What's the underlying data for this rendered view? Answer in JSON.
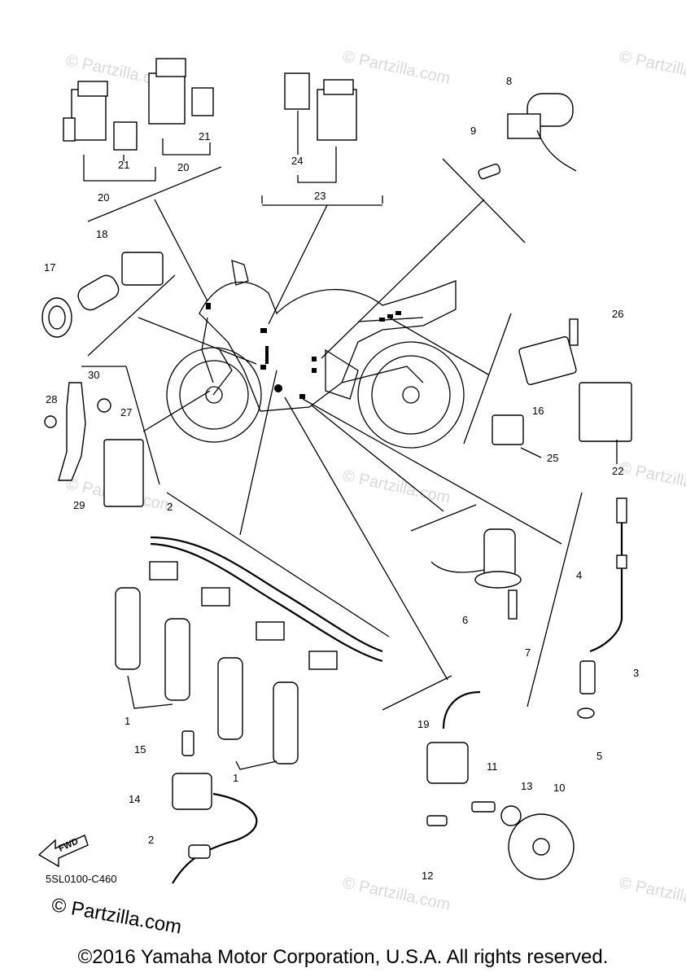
{
  "callouts": [
    "1",
    "1",
    "2",
    "2",
    "3",
    "4",
    "5",
    "6",
    "7",
    "8",
    "9",
    "10",
    "11",
    "12",
    "13",
    "14",
    "15",
    "16",
    "17",
    "18",
    "19",
    "20",
    "20",
    "21",
    "21",
    "22",
    "23",
    "24",
    "25",
    "26",
    "27",
    "28",
    "29",
    "30"
  ],
  "fwd_label": "FWD",
  "diagram_code": "5SL0100-C460",
  "logo_text": "© Partzilla.com",
  "watermark_text": "© Partzilla.com",
  "copyright": "©2016 Yamaha Motor Corporation, U.S.A. All rights reserved."
}
